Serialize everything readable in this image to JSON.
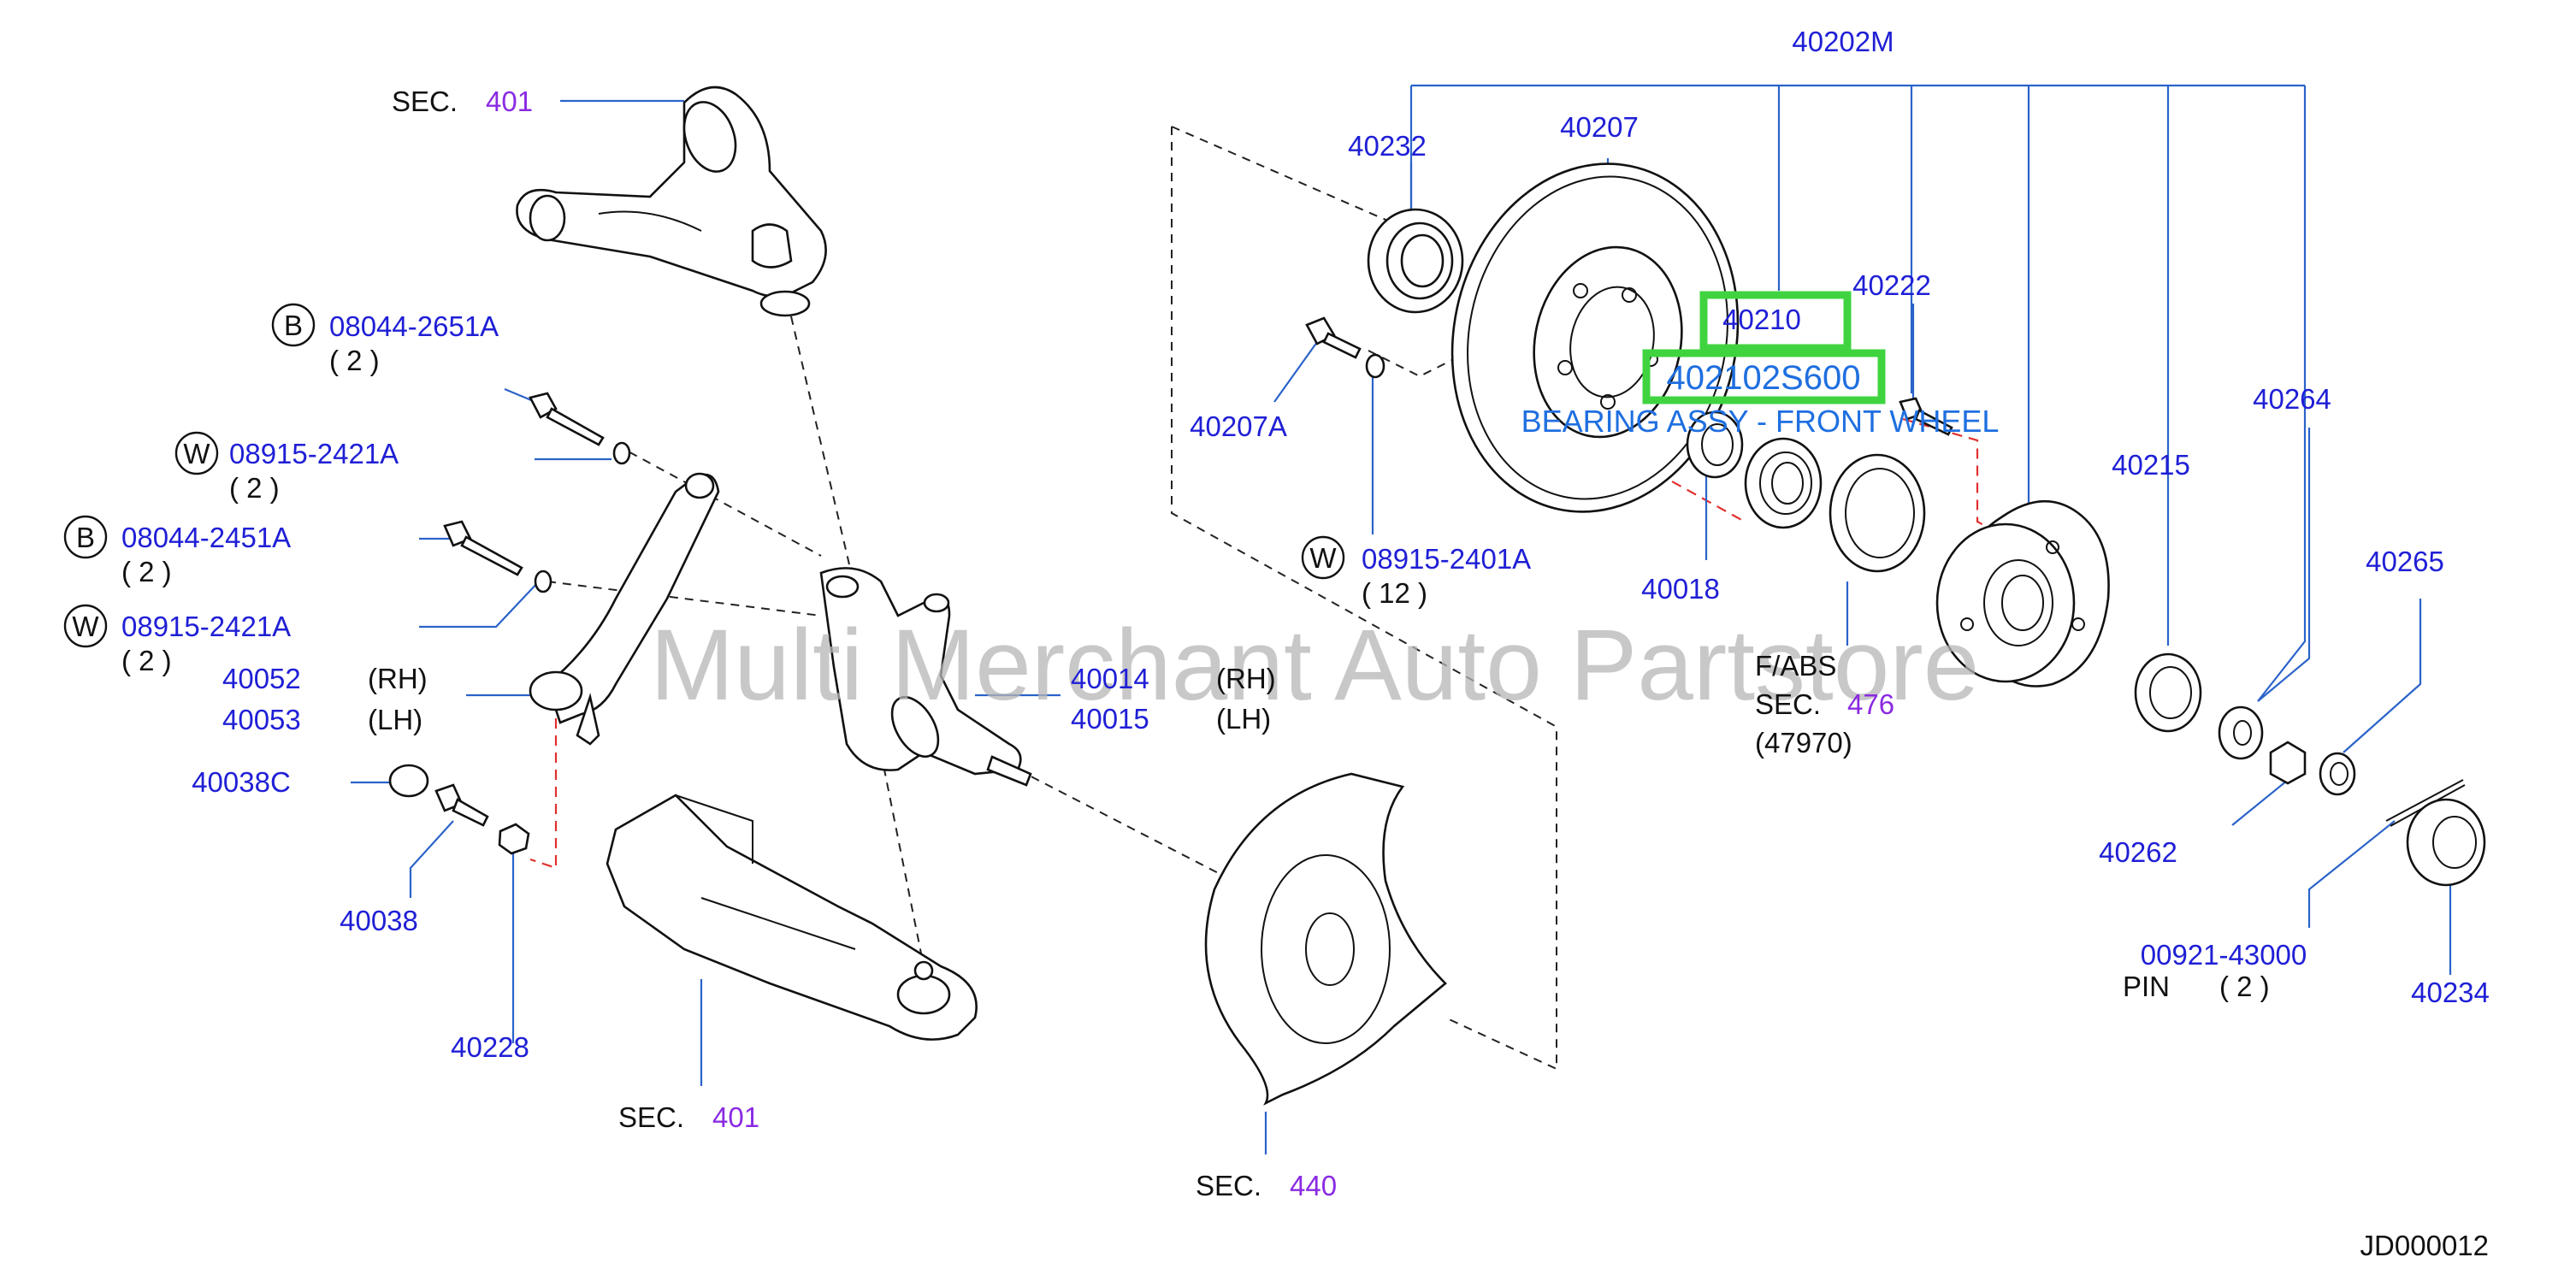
{
  "watermark": "Multi Merchant Auto Partstore",
  "diagram_code": "JD000012",
  "labels": {
    "sec_text": "SEC.",
    "sec_401": "401",
    "sec_440": "440",
    "sec_476": "476",
    "b": "B",
    "w": "W",
    "qty_2": "( 2 )",
    "qty_12": "( 12 )",
    "rh": "(RH)",
    "lh": "(LH)",
    "fabs": "F/ABS",
    "f47970": "(47970)",
    "pin": "PIN",
    "bearing_assy": "BEARING ASSY - FRONT WHEEL"
  },
  "parts": {
    "p40202M": "40202M",
    "p40232": "40232",
    "p40207": "40207",
    "p40210": "40210",
    "p402102S600": "402102S600",
    "p40222": "40222",
    "p40264": "40264",
    "p40207A": "40207A",
    "p08915_2401A": "08915-2401A",
    "p40018": "40018",
    "p40215": "40215",
    "p40265": "40265",
    "p40262": "40262",
    "p00921_43000": "00921-43000",
    "p40234": "40234",
    "p08044_2651A": "08044-2651A",
    "p08915_2421A": "08915-2421A",
    "p08044_2451A": "08044-2451A",
    "p40052": "40052",
    "p40053": "40053",
    "p40014": "40014",
    "p40015": "40015",
    "p40038C": "40038C",
    "p40038": "40038",
    "p40228": "40228"
  },
  "colors": {
    "part_number": "#1f1fd6",
    "section_ref": "#8a2be2",
    "leader": "#2a63c9",
    "highlight": "#3fd43f",
    "red_dash": "#e0302e"
  }
}
